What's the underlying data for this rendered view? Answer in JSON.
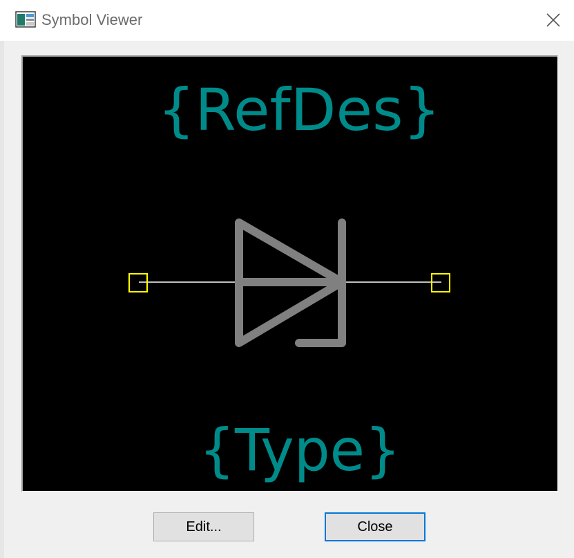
{
  "window": {
    "title": "Symbol Viewer",
    "title_icon": "app-window-icon",
    "close_icon": "close-icon"
  },
  "viewer": {
    "refdes_label": "{RefDes}",
    "type_label": "{Type}",
    "symbol": "diode-symbol",
    "colors": {
      "background": "#000000",
      "label_text": "#008b8b",
      "symbol_body": "#808080",
      "pin_lead": "#ffffff",
      "pin_marker": "#ffff00"
    }
  },
  "buttons": {
    "edit_label": "Edit...",
    "close_label": "Close"
  }
}
